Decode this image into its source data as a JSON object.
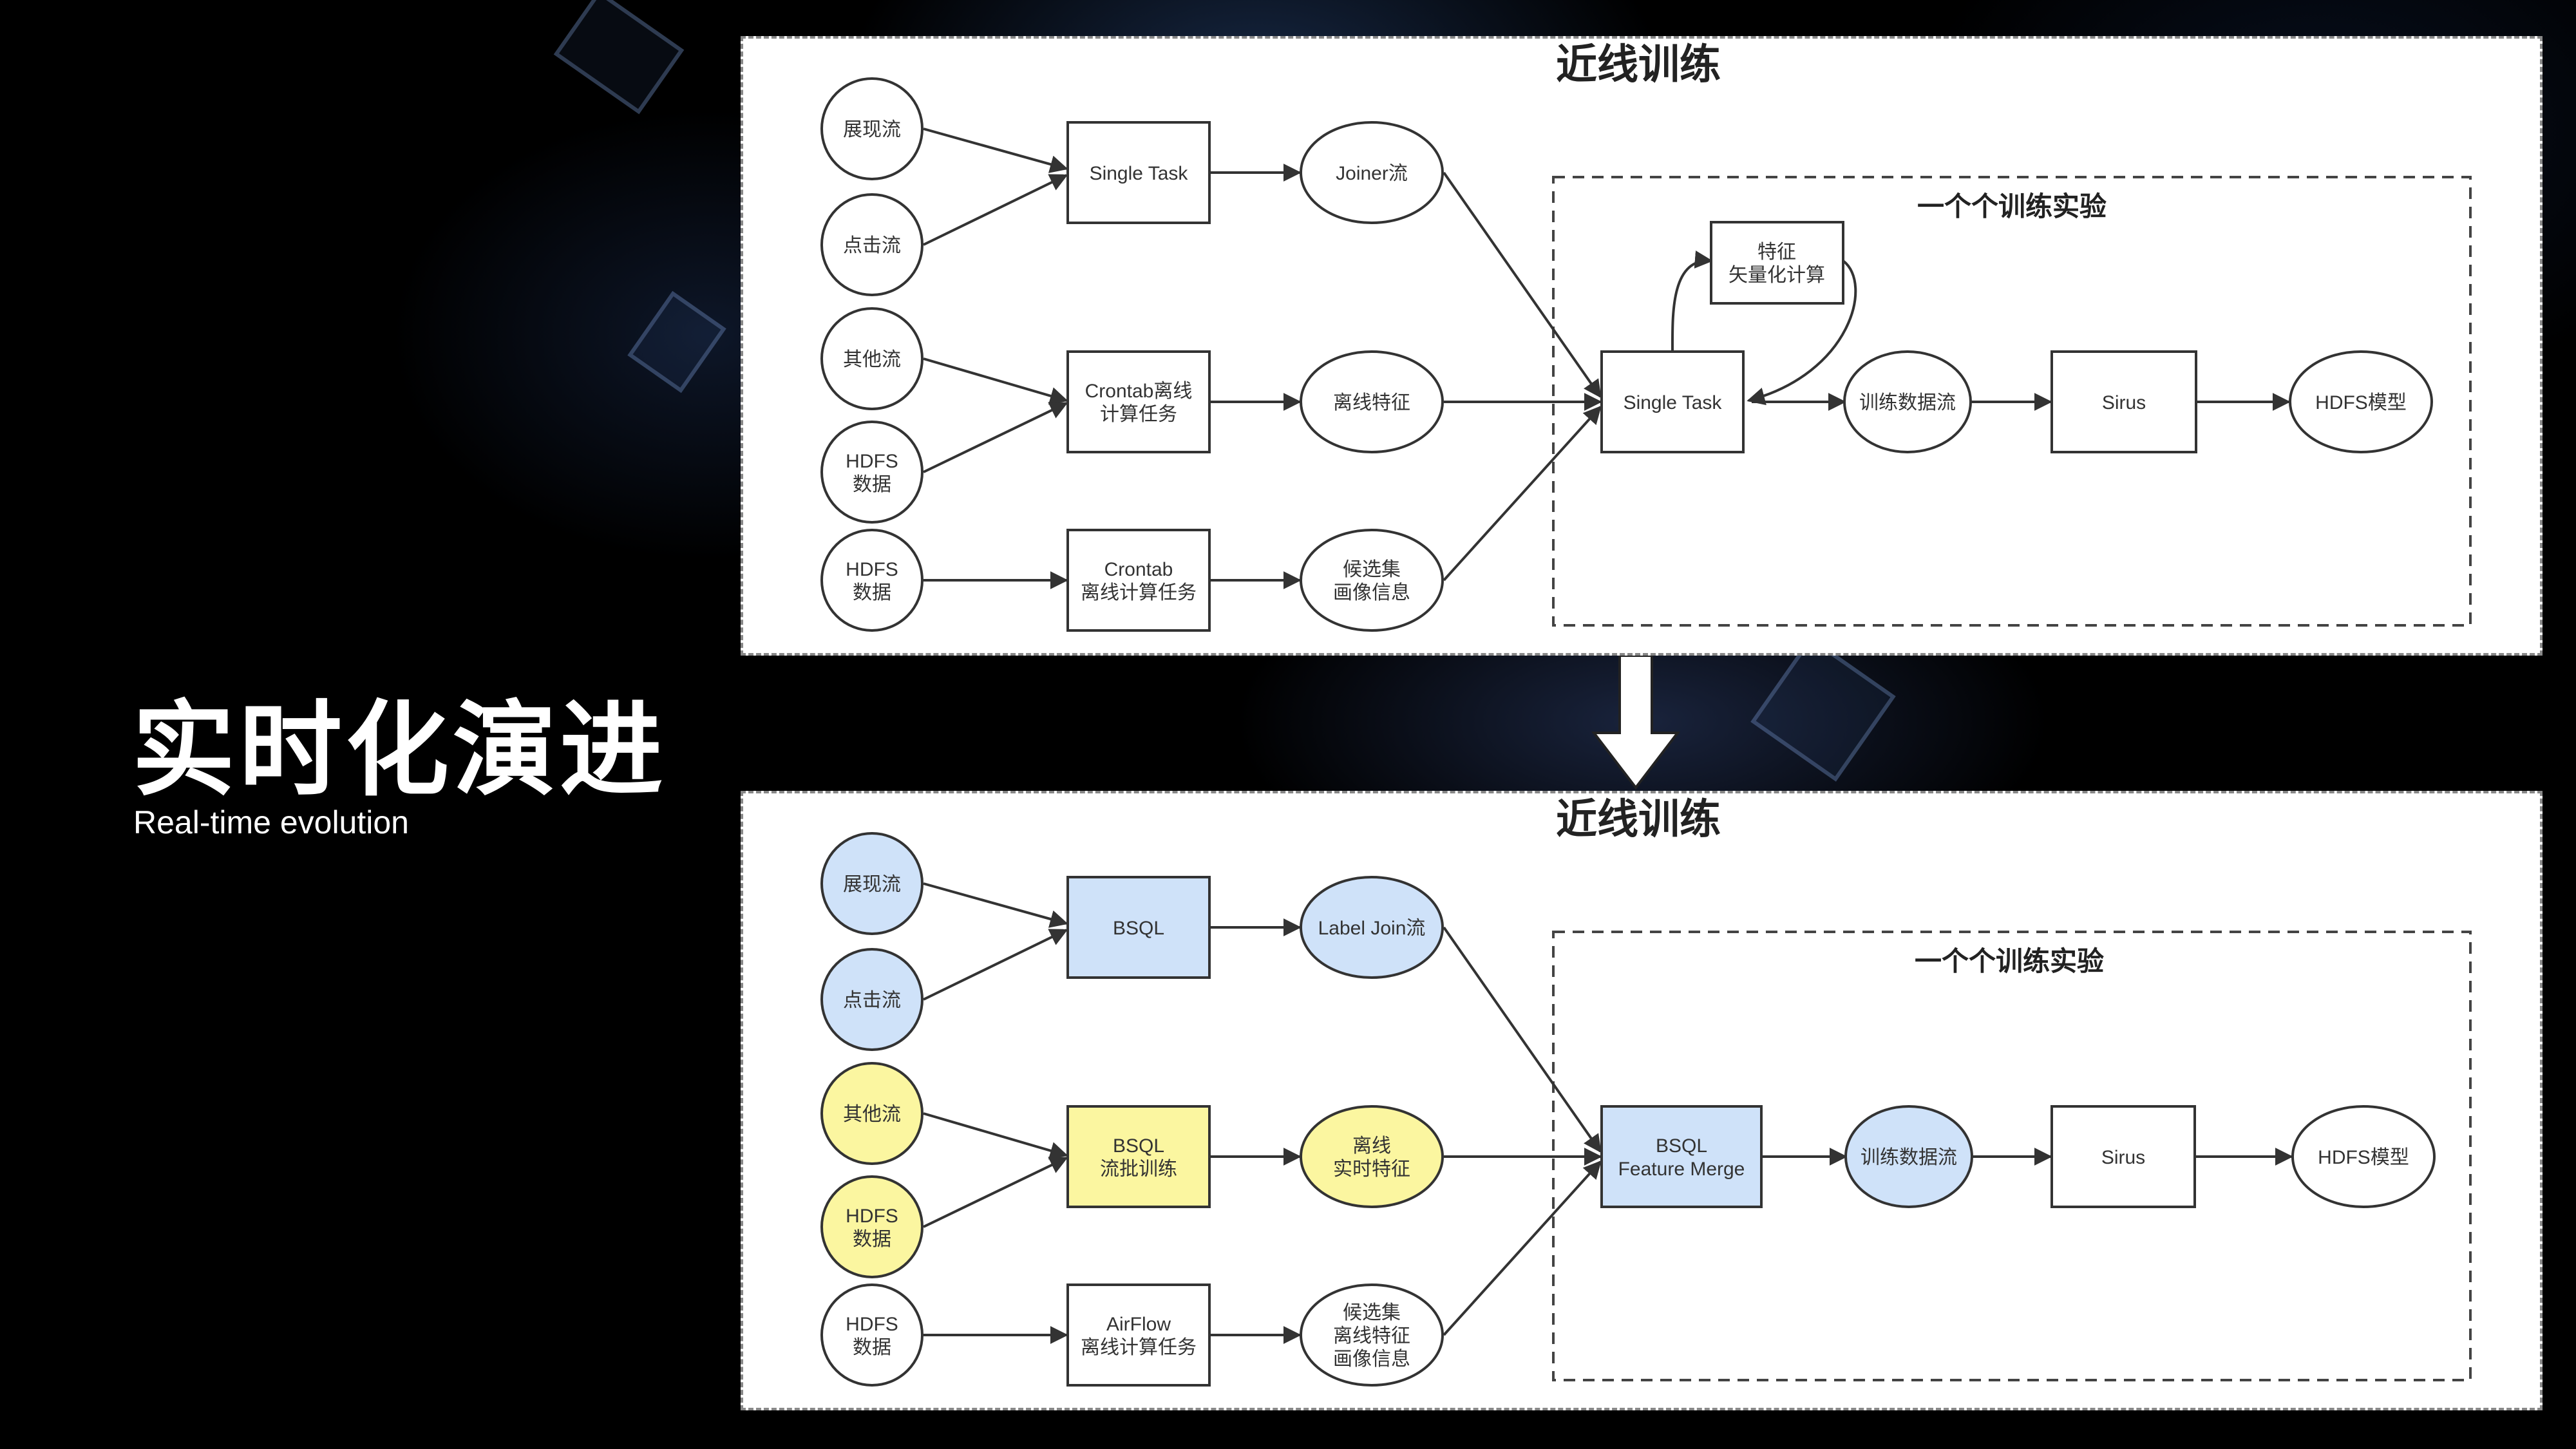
{
  "slide": {
    "title": "实时化演进",
    "subtitle": "Real-time evolution"
  },
  "colors": {
    "blue_fill": "#cfe2f9",
    "yellow_fill": "#fbf6a0",
    "white_fill": "#ffffff",
    "stroke": "#333333"
  },
  "top_diagram": {
    "title": "近线训练",
    "group_title": "一个个训练实验",
    "nodes": {
      "n_show": [
        "展现流"
      ],
      "n_click": [
        "点击流"
      ],
      "n_other": [
        "其他流"
      ],
      "n_hdfs1": [
        "HDFS",
        "数据"
      ],
      "n_hdfs2": [
        "HDFS",
        "数据"
      ],
      "n_task1": [
        "Single Task"
      ],
      "n_task2": [
        "Crontab离线",
        "计算任务"
      ],
      "n_task3": [
        "Crontab",
        "离线计算任务"
      ],
      "n_out1": [
        "Joiner流"
      ],
      "n_out2": [
        "离线特征"
      ],
      "n_out3": [
        "候选集",
        "画像信息"
      ],
      "n_feat": [
        "特征",
        "矢量化计算"
      ],
      "n_st": [
        "Single Task"
      ],
      "n_train": [
        "训练数据流"
      ],
      "n_sirus": [
        "Sirus"
      ],
      "n_model": [
        "HDFS模型"
      ]
    }
  },
  "bottom_diagram": {
    "title": "近线训练",
    "group_title": "一个个训练实验",
    "nodes": {
      "n_show": [
        "展现流"
      ],
      "n_click": [
        "点击流"
      ],
      "n_other": [
        "其他流"
      ],
      "n_hdfs1": [
        "HDFS",
        "数据"
      ],
      "n_hdfs2": [
        "HDFS",
        "数据"
      ],
      "n_task1": [
        "BSQL"
      ],
      "n_task2": [
        "BSQL",
        "流批训练"
      ],
      "n_task3": [
        "AirFlow",
        "离线计算任务"
      ],
      "n_out1": [
        "Label Join流"
      ],
      "n_out2": [
        "离线",
        "实时特征"
      ],
      "n_out3": [
        "候选集",
        "离线特征",
        "画像信息"
      ],
      "n_fm": [
        "BSQL",
        "Feature Merge"
      ],
      "n_train": [
        "训练数据流"
      ],
      "n_sirus": [
        "Sirus"
      ],
      "n_model": [
        "HDFS模型"
      ]
    }
  }
}
